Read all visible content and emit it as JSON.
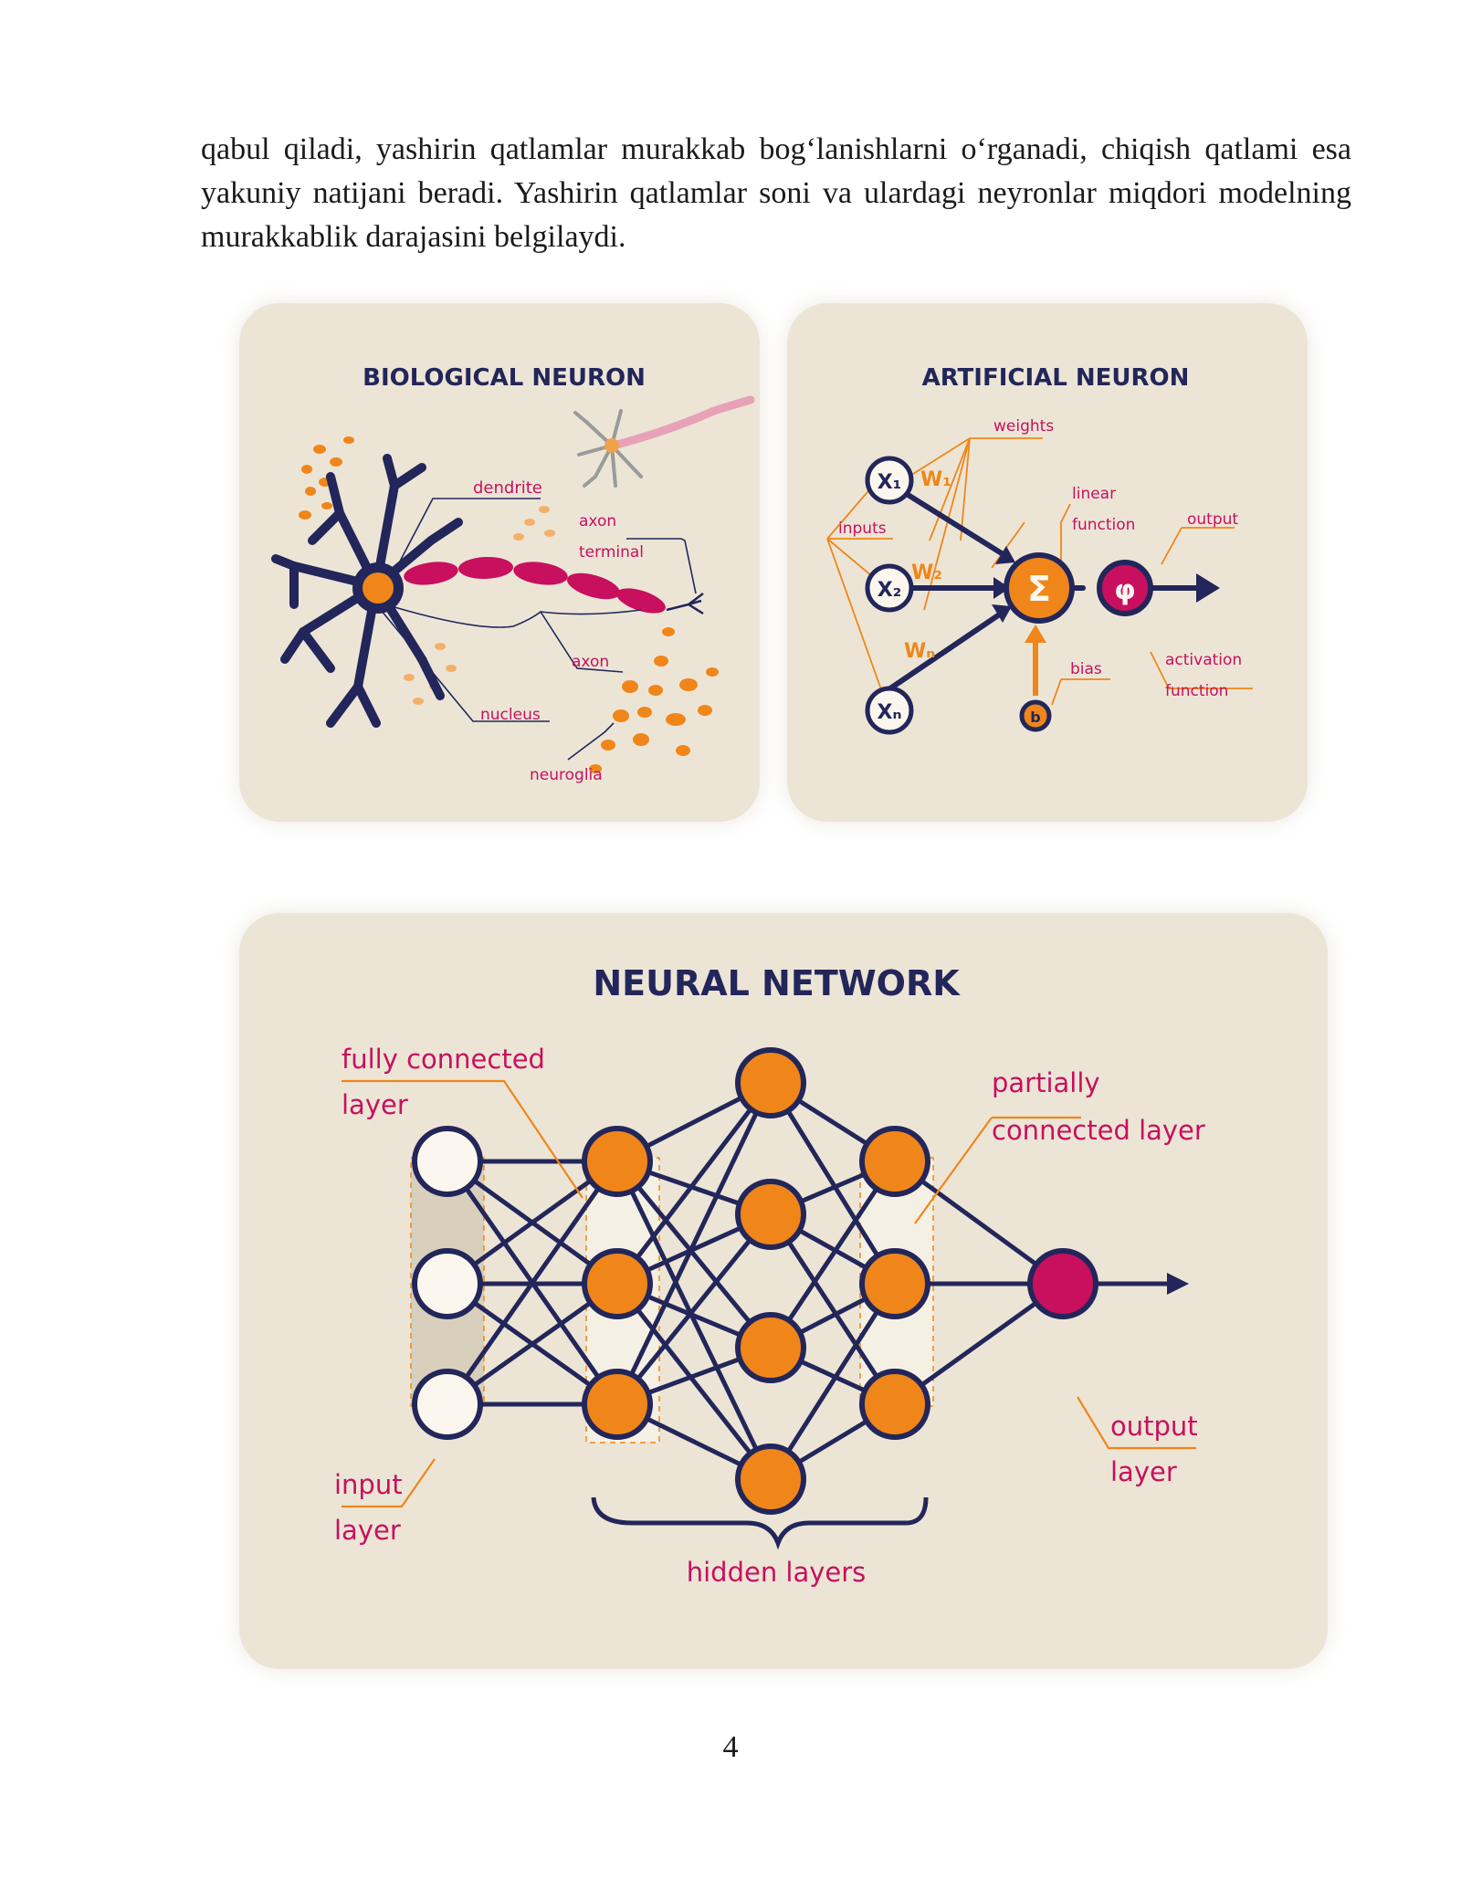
{
  "body_text": "qabul qiladi, yashirin qatlamlar murakkab bog‘lanishlarni o‘rganadi, chiqish qatlami esa yakuniy natijani beradi. Yashirin qatlamlar soni va ulardagi neyronlar miqdori modelning murakkablik darajasini belgilaydi.",
  "biological": {
    "title": "BIOLOGICAL NEURON",
    "labels": {
      "dendrite": "dendrite",
      "axon_terminal_1": "axon",
      "axon_terminal_2": "terminal",
      "axon": "axon",
      "nucleus": "nucleus",
      "neuroglia": "neuroglia"
    }
  },
  "artificial": {
    "title": "ARTIFICIAL NEURON",
    "inputs": [
      "X₁",
      "X₂",
      "Xₙ"
    ],
    "weights": [
      "W₁",
      "W₂",
      "Wₙ"
    ],
    "sum_symbol": "Σ",
    "activation_symbol": "φ",
    "bias_symbol": "b",
    "labels": {
      "weights": "weights",
      "inputs": "inputs",
      "linear_1": "linear",
      "linear_2": "function",
      "output": "output",
      "bias": "bias",
      "activation_1": "activation",
      "activation_2": "function"
    }
  },
  "network": {
    "title": "NEURAL NETWORK",
    "labels": {
      "fully_1": "fully connected",
      "fully_2": "layer",
      "partial_1": "partially",
      "partial_2": "connected layer",
      "input_1": "input",
      "input_2": "layer",
      "output_1": "output",
      "output_2": "layer",
      "hidden": "hidden layers"
    }
  },
  "colors": {
    "panel_bg": "#ece5d6",
    "navy": "#22265a",
    "orange": "#f0861a",
    "magenta": "#c8105e",
    "cream": "#fbf7ee"
  },
  "page_number": "4"
}
